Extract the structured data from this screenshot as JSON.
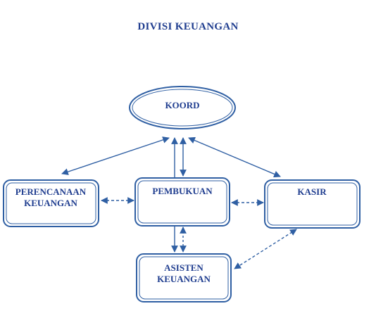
{
  "title": "DIVISI KEUANGAN",
  "colors": {
    "line": "#2f5fa3",
    "text": "#1f3d8f",
    "box_fill": "#ffffff"
  },
  "nodes": {
    "koord": {
      "label": "KOORD"
    },
    "perencanaan": {
      "line1": "PERENCANAAN",
      "line2": "KEUANGAN"
    },
    "pembukuan": {
      "label": "PEMBUKUAN"
    },
    "kasir": {
      "label": "KASIR"
    },
    "asisten": {
      "line1": "ASISTEN",
      "line2": "KEUANGAN"
    }
  },
  "connections": [
    {
      "from": "KOORD",
      "to": "PERENCANAAN KEUANGAN",
      "style": "solid",
      "arrows": "both"
    },
    {
      "from": "KOORD",
      "to": "KASIR",
      "style": "solid",
      "arrows": "both"
    },
    {
      "from": "KOORD",
      "to": "PEMBUKUAN",
      "style": "solid",
      "arrows": "both"
    },
    {
      "from": "KOORD",
      "to": "ASISTEN KEUANGAN",
      "style": "solid",
      "arrows": "both"
    },
    {
      "from": "PERENCANAAN KEUANGAN",
      "to": "PEMBUKUAN",
      "style": "dashed",
      "arrows": "both"
    },
    {
      "from": "PEMBUKUAN",
      "to": "KASIR",
      "style": "dashed",
      "arrows": "both"
    },
    {
      "from": "PEMBUKUAN",
      "to": "ASISTEN KEUANGAN",
      "style": "dashed",
      "arrows": "both"
    },
    {
      "from": "KASIR",
      "to": "ASISTEN KEUANGAN",
      "style": "dashed",
      "arrows": "both"
    }
  ]
}
